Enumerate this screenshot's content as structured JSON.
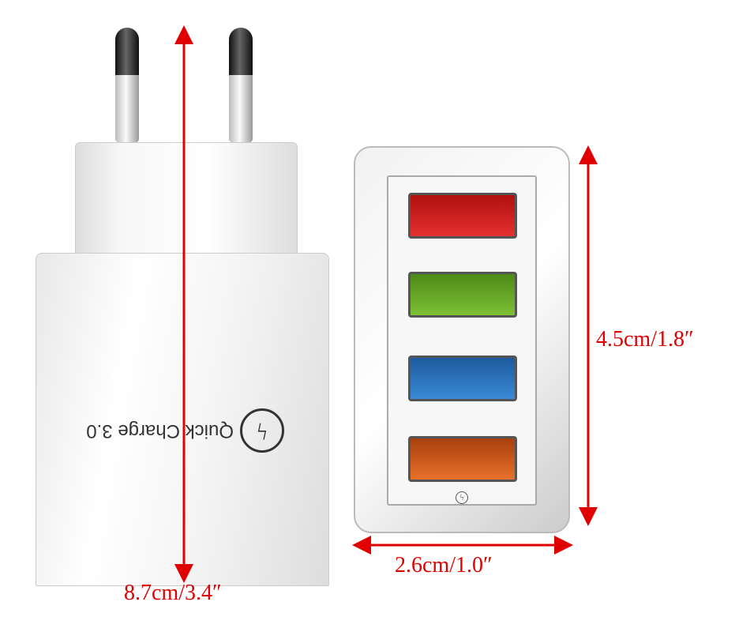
{
  "product": {
    "logo_text": "Quick Charge 3.0"
  },
  "dimensions": {
    "height": "8.7cm/3.4″",
    "port_height": "4.5cm/1.8″",
    "port_width": "2.6cm/1.0″"
  },
  "colors": {
    "arrow": "#e00000",
    "port_1": "#d42020",
    "port_2": "#6aa828",
    "port_3": "#2a74c0",
    "port_4": "#d65a1c"
  }
}
